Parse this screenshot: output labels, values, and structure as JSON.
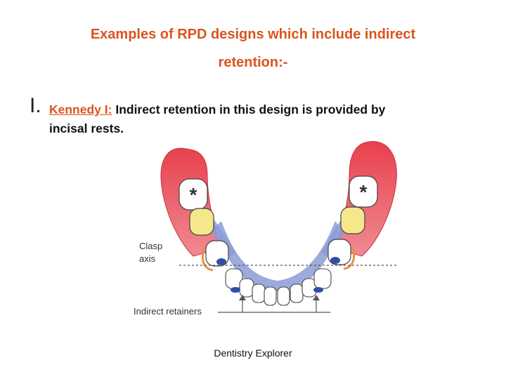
{
  "slide": {
    "title_line1": "Examples of RPD designs which include indirect",
    "title_line2": "retention:-",
    "item_numeral": "I.",
    "item_term": "Kennedy I:",
    "item_text_line1": " Indirect retention in this design is provided by",
    "item_text_line2": "incisal rests.",
    "footer": "Dentistry Explorer"
  },
  "figure": {
    "label_clasp": "Clasp",
    "label_axis": "axis",
    "label_indirect": "Indirect retainers",
    "colors": {
      "gum": "#e8414d",
      "framework": "#8b9bd6",
      "rest": "#2f4fa8",
      "tooth": "#ffffff",
      "tooth_outline": "#444444",
      "abutment_fill": "#f5e88a"
    }
  },
  "colors": {
    "accent": "#d9541e",
    "text": "#111111"
  }
}
